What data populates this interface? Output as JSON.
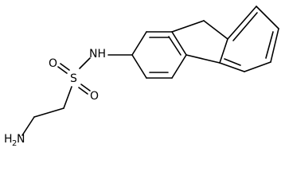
{
  "molecule": {
    "atoms": {
      "nh": "NH",
      "s": "S",
      "o_top": "O",
      "o_bottom": "O",
      "amine_h": "H",
      "amine_subscript": "2",
      "amine_n": "N"
    },
    "colors": {
      "bond": "#000000",
      "label": "#000000",
      "background": "#ffffff"
    }
  }
}
